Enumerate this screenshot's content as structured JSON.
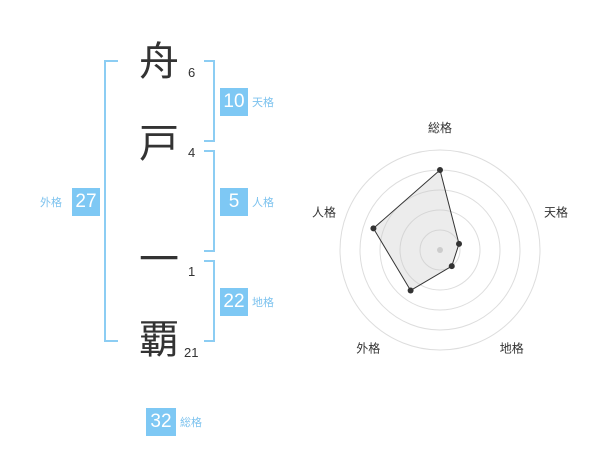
{
  "characters": [
    {
      "char": "舟",
      "strokes": "6"
    },
    {
      "char": "戸",
      "strokes": "4"
    },
    {
      "char": "一",
      "strokes": "1"
    },
    {
      "char": "覇",
      "strokes": "21"
    }
  ],
  "scores": {
    "tenkaku": {
      "value": "10",
      "label": "天格"
    },
    "jinkaku": {
      "value": "5",
      "label": "人格"
    },
    "chikaku": {
      "value": "22",
      "label": "地格"
    },
    "gaikaku": {
      "value": "27",
      "label": "外格"
    },
    "soukaku": {
      "value": "32",
      "label": "総格"
    }
  },
  "colors": {
    "accent": "#7ec8f4",
    "bracket": "#8ccdf3",
    "label": "#7cc2ee"
  },
  "chart_data": {
    "type": "radar",
    "axes": [
      "総格",
      "天格",
      "地格",
      "外格",
      "人格"
    ],
    "values": [
      4,
      1,
      1,
      2.5,
      3.5
    ],
    "range": [
      0,
      5
    ],
    "rings": 5
  }
}
